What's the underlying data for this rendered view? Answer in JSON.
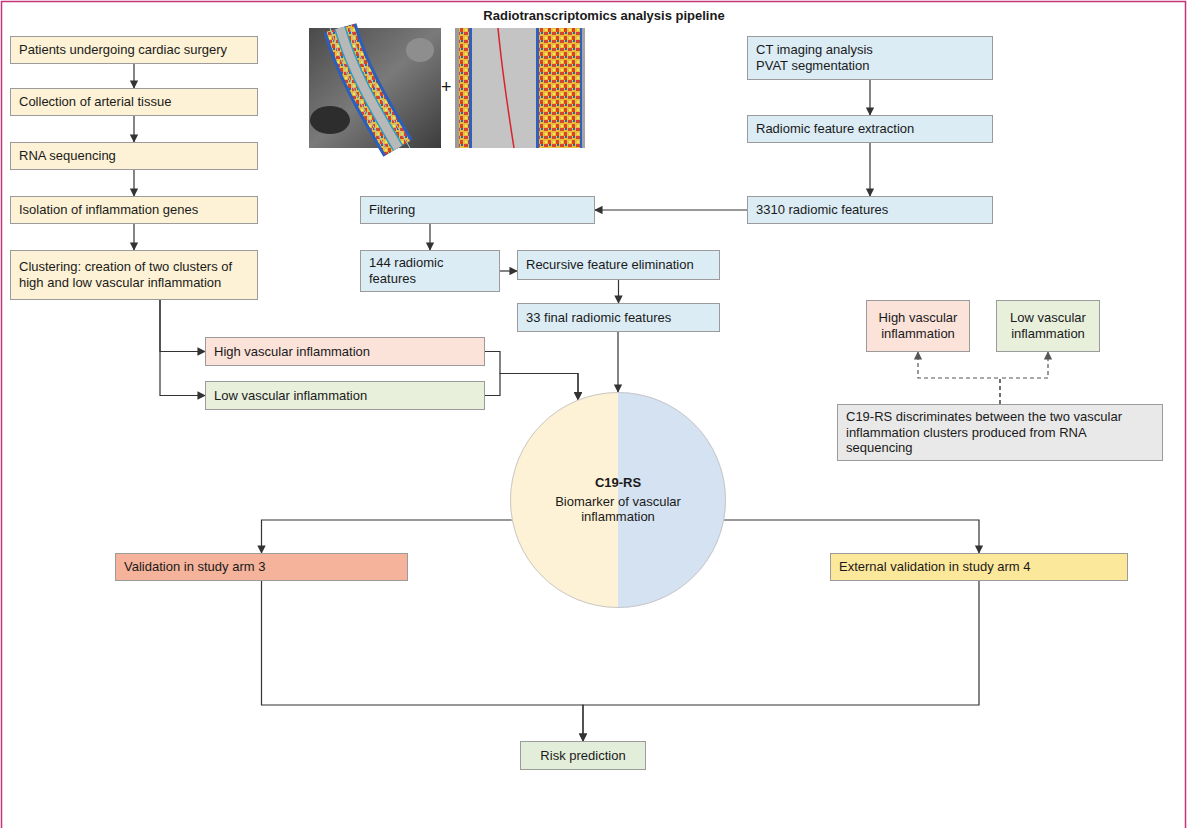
{
  "diagram": {
    "title": "Radiotranscriptomics analysis pipeline",
    "nodes": [
      {
        "text": [
          "Patients undergoing cardiac surgery"
        ]
      },
      {
        "text": [
          "CT imaging analysis PVAT segmentation"
        ]
      },
      {
        "text": [
          "Collection of arterial tissue"
        ]
      },
      {
        "text": [
          "Radiomic feature extraction"
        ]
      },
      {
        "text": [
          "RNA sequencing"
        ]
      },
      {
        "text": [
          "Filtering"
        ]
      },
      {
        "text": [
          "3310 radiomic features"
        ]
      },
      {
        "text": [
          "Isolation of inflammation genes"
        ]
      },
      {
        "text": [
          "144 radiomic features"
        ]
      },
      {
        "text": [
          "Recursive feature elimination"
        ]
      },
      {
        "text": [
          "Clustering: creation of two clusters of high and low vascular inflammation"
        ]
      },
      {
        "text": [
          "33 final radiomic features"
        ]
      },
      {
        "text": [
          "High vascular inflammation"
        ]
      },
      {
        "text": [
          "Low vascular inflammation"
        ]
      },
      {
        "text": [
          "High vascular inflammation"
        ]
      },
      {
        "text": [
          "Low vascular inflammation"
        ]
      },
      {
        "text": [
          "C19-RS discriminates between the two vascular inflammation clusters produced from RNA sequencing"
        ]
      },
      {
        "text": [
          "C19-RS",
          "Biomarker of vascular inflammation"
        ]
      },
      {
        "text": [
          "Validation in study arm 3"
        ]
      },
      {
        "text": [
          "External validation in study arm 4"
        ]
      },
      {
        "text": [
          "Risk prediction"
        ]
      }
    ],
    "edges": [
      {
        "from": 0,
        "to": 2,
        "arrow": "to"
      },
      {
        "from": 2,
        "to": 4,
        "arrow": "to"
      },
      {
        "from": 4,
        "to": 7,
        "arrow": "to"
      },
      {
        "from": 7,
        "to": 10,
        "arrow": "to"
      },
      {
        "from": 1,
        "to": 3,
        "arrow": "to"
      },
      {
        "from": 3,
        "to": 6,
        "arrow": "to"
      },
      {
        "from": 6,
        "to": 5,
        "arrow": "to"
      },
      {
        "from": 5,
        "to": 8,
        "arrow": "to"
      },
      {
        "from": 8,
        "to": 9,
        "arrow": "to"
      },
      {
        "from": 9,
        "to": 11,
        "arrow": "to"
      },
      {
        "from": 11,
        "to": 17,
        "arrow": "to"
      },
      {
        "from": 10,
        "to": 14,
        "arrow": "to"
      },
      {
        "from": 10,
        "to": 15,
        "arrow": "to"
      },
      {
        "from": 14,
        "to": 17,
        "arrow": "to"
      },
      {
        "from": 15,
        "to": 17,
        "arrow": "to"
      },
      {
        "from": 16,
        "to": 12,
        "arrow": "to"
      },
      {
        "from": 16,
        "to": 13,
        "arrow": "to"
      },
      {
        "from": 17,
        "to": 18,
        "arrow": "to"
      },
      {
        "from": 17,
        "to": 19,
        "arrow": "to"
      },
      {
        "from": 18,
        "to": 20,
        "arrow": "to"
      },
      {
        "from": 19,
        "to": 20,
        "arrow": "to"
      }
    ],
    "labels": [
      "+"
    ]
  }
}
